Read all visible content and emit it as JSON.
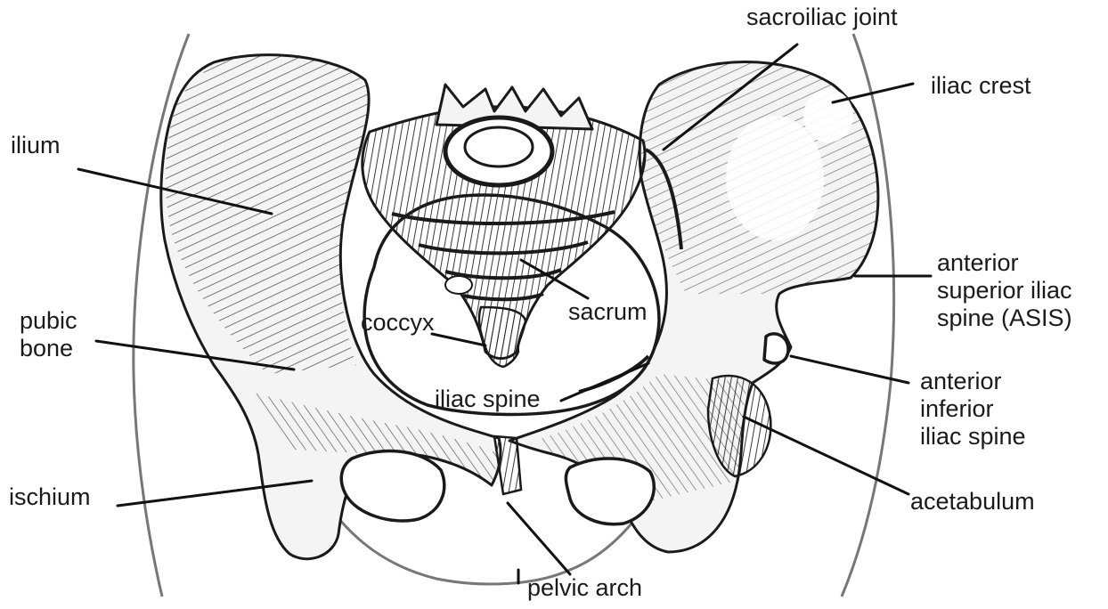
{
  "labels": {
    "sacroiliac_joint": "sacroiliac joint",
    "iliac_crest": "iliac crest",
    "ilium": "ilium",
    "asis": [
      "anterior",
      "superior iliac",
      "spine (ASIS)"
    ],
    "pubic_bone": [
      "pubic",
      "bone"
    ],
    "coccyx": "coccyx",
    "sacrum": "sacrum",
    "iliac_spine": "iliac spine",
    "aiis": [
      "anterior",
      "inferior",
      "iliac spine"
    ],
    "ischium": "ischium",
    "acetabulum": "acetabulum",
    "pelvic_arch": "pelvic arch"
  }
}
